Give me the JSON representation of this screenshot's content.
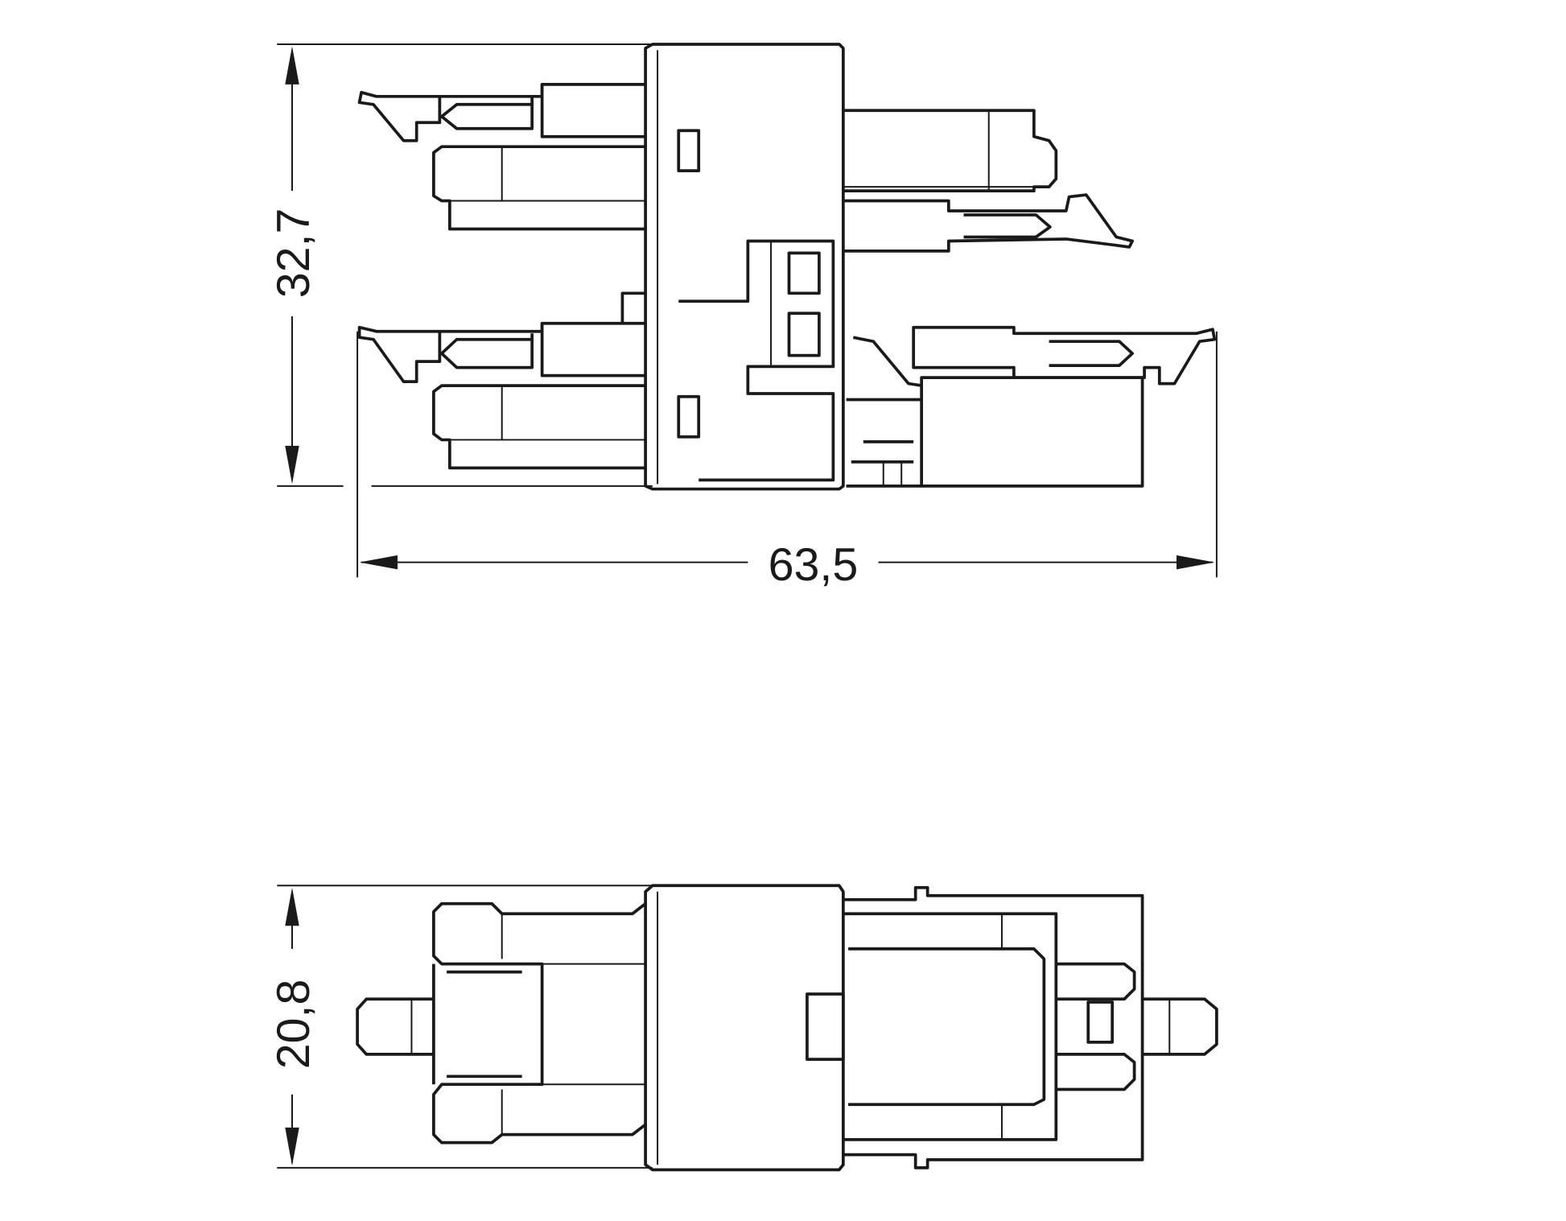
{
  "drawing": {
    "side_view": {
      "height_dimension": "32,7",
      "width_dimension": "63,5"
    },
    "top_view": {
      "height_dimension": "20,8"
    },
    "line_color": "#1a1a1a"
  }
}
